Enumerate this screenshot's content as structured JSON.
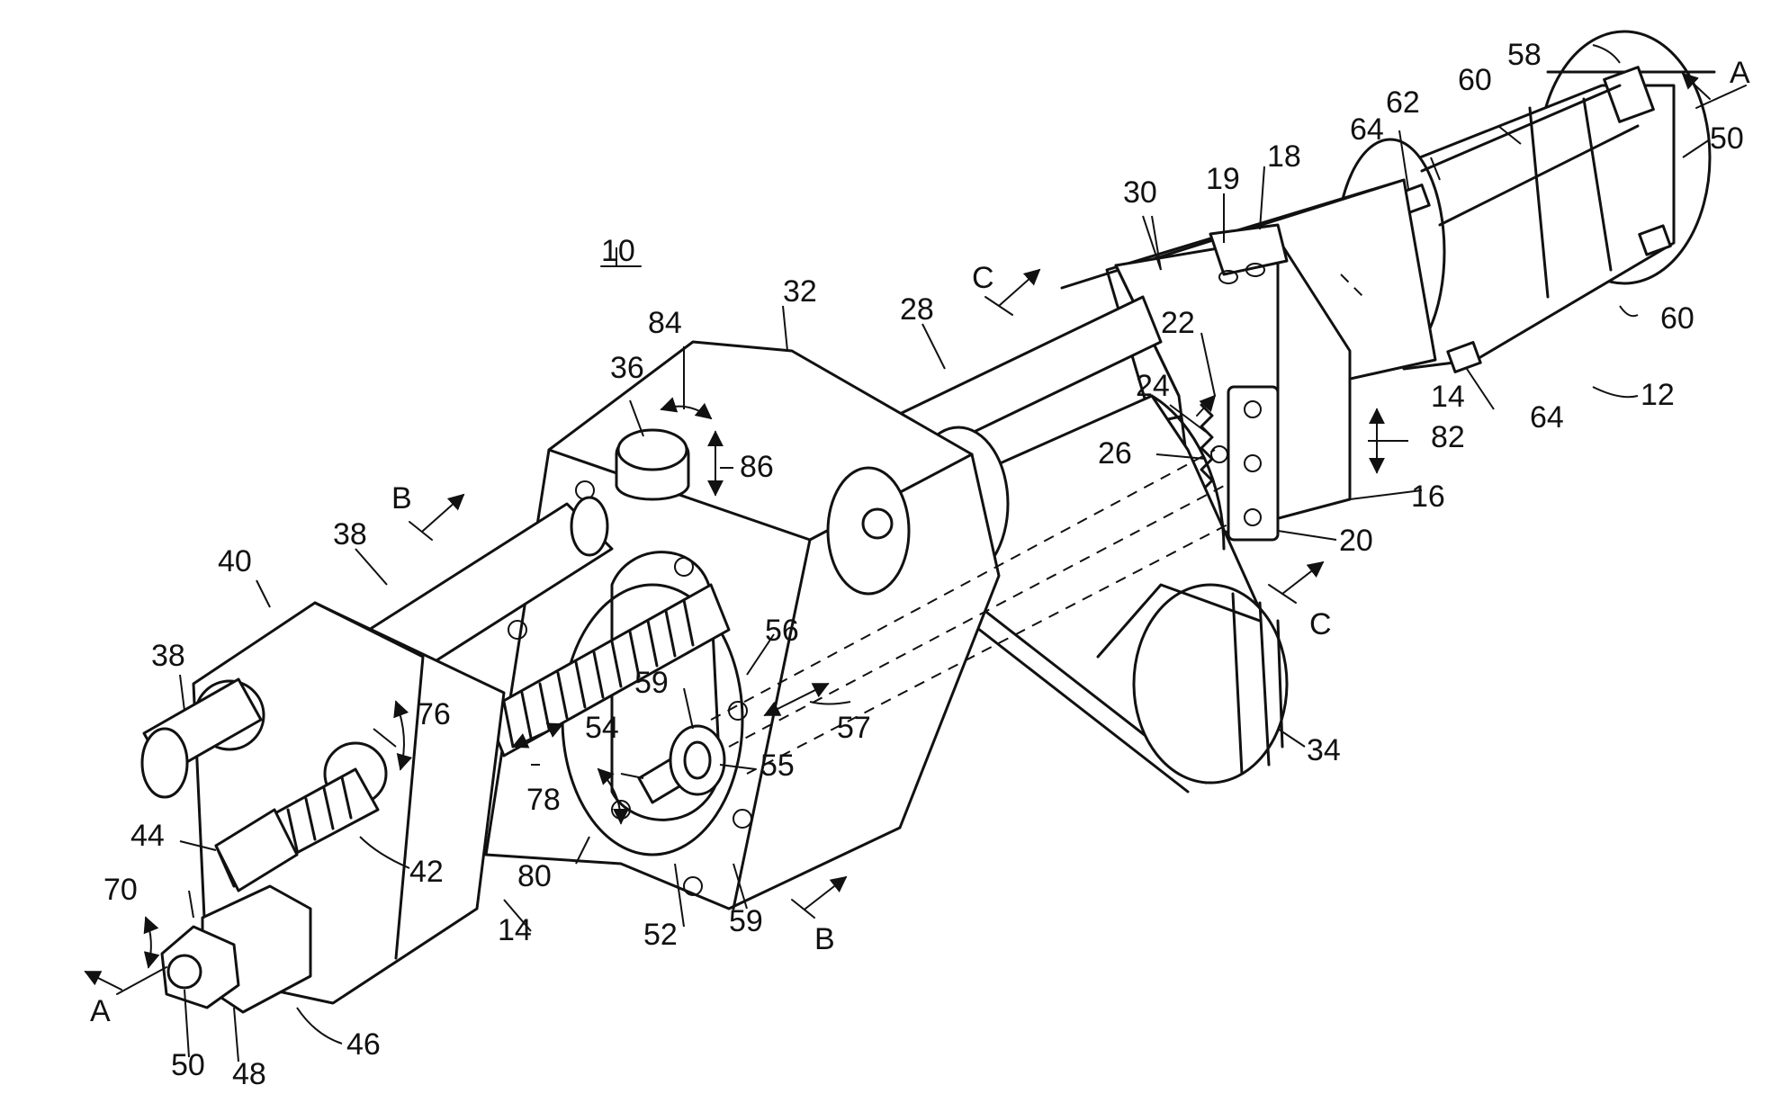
{
  "figure_number": "10",
  "labels": {
    "l_10": "10",
    "l_12": "12",
    "l_14a": "14",
    "l_14b": "14",
    "l_16": "16",
    "l_18": "18",
    "l_19": "19",
    "l_20": "20",
    "l_22": "22",
    "l_24": "24",
    "l_26": "26",
    "l_28": "28",
    "l_30": "30",
    "l_32": "32",
    "l_34": "34",
    "l_36": "36",
    "l_38a": "38",
    "l_38b": "38",
    "l_40": "40",
    "l_42": "42",
    "l_44": "44",
    "l_46": "46",
    "l_48": "48",
    "l_50a": "50",
    "l_50b": "50",
    "l_52": "52",
    "l_54": "54",
    "l_55": "55",
    "l_56": "56",
    "l_57": "57",
    "l_58": "58",
    "l_59a": "59",
    "l_59b": "59",
    "l_60a": "60",
    "l_60b": "60",
    "l_62": "62",
    "l_64a": "64",
    "l_64b": "64",
    "l_70": "70",
    "l_76": "76",
    "l_78": "78",
    "l_80": "80",
    "l_82": "82",
    "l_84": "84",
    "l_86": "86"
  },
  "section_markers": {
    "a_left": "A",
    "a_right": "A",
    "b_top": "B",
    "b_bottom": "B",
    "c_top": "C",
    "c_bottom": "C"
  }
}
